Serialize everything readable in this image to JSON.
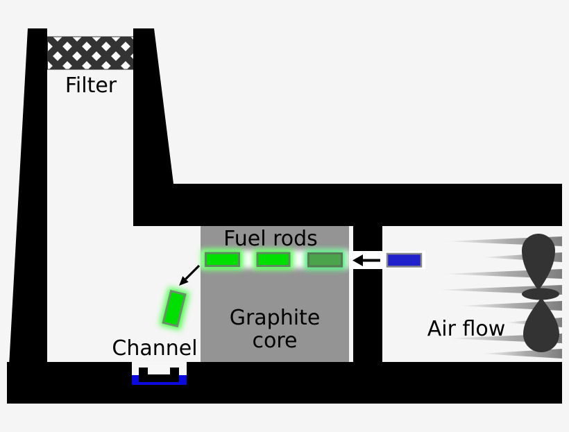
{
  "labels": {
    "filter": "Filter",
    "fuel_rods": "Fuel rods",
    "graphite_line1": "Graphite",
    "graphite_line2": "core",
    "channel": "Channel",
    "air_flow": "Air flow"
  },
  "colors": {
    "background": "#f5f5f5",
    "structure_black": "#000000",
    "graphite_gray": "#949494",
    "filter_mesh_dark": "#333333",
    "fuel_rod_bright_green": "#00e000",
    "spent_rod_dim_green": "#4ba34b",
    "rod_border_gray_green": "#5f8a5f",
    "new_rod_blue": "#2222cc",
    "trolley_blue": "#0a0ae0",
    "fan_dark_gray": "#333333",
    "air_streak_gray": "#8c8c8c",
    "channel_white": "#ffffff",
    "text_black": "#000000"
  },
  "icons": {
    "filter_mesh": "mesh-filter-icon",
    "insertion_arrow": "left-arrow-icon",
    "discharge_arrow": "down-left-arrow-icon",
    "fan": "fan-icon"
  }
}
